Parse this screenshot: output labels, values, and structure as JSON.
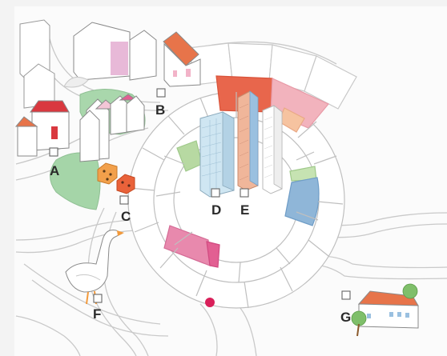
{
  "board": {
    "background": "#f4f4f4",
    "labels": {
      "a": "A",
      "b": "B",
      "c": "C",
      "d": "D",
      "e": "E",
      "f": "F",
      "g": "G"
    }
  },
  "colors": {
    "ring_red": "#e8664c",
    "ring_pink": "#f2b3bd",
    "ring_orange": "#f6c3a0",
    "ring_green": "#b7d9a2",
    "ring_blue": "#8fb6d8",
    "ring_magenta": "#e889ad",
    "park_green": "#9bcf9e",
    "roof_red": "#d9383f",
    "roof_orange": "#e7744a",
    "dice_orange": "#f2a04b",
    "goose_beak": "#f39a3b"
  },
  "icons": [
    "goose-icon",
    "dice-icon",
    "house-icon",
    "tree-icon",
    "tower-icon"
  ]
}
